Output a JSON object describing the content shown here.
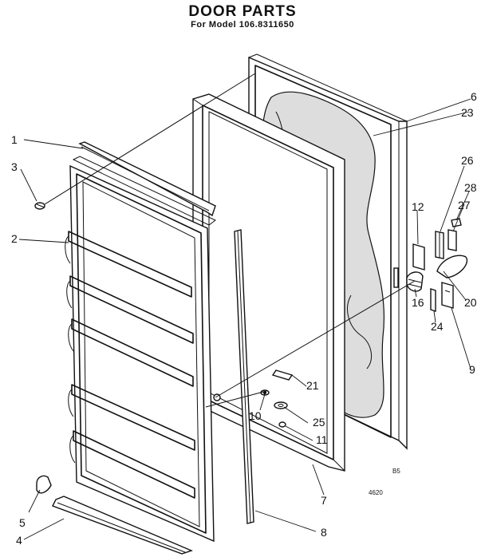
{
  "header": {
    "title": "DOOR PARTS",
    "subtitle": "For Model 106.8311650"
  },
  "callouts": {
    "c1": "1",
    "c2": "2",
    "c3": "3",
    "c4": "4",
    "c5": "5",
    "c6": "6",
    "c7": "7",
    "c8": "8",
    "c9": "9",
    "c10": "10",
    "c11": "11",
    "c12": "12",
    "c16": "16",
    "c20": "20",
    "c21": "21",
    "c23": "23",
    "c24": "24",
    "c25": "25",
    "c26": "26",
    "c27": "27",
    "c28": "28"
  },
  "footer": {
    "code_b5": "B5",
    "code_4620": "4620"
  }
}
